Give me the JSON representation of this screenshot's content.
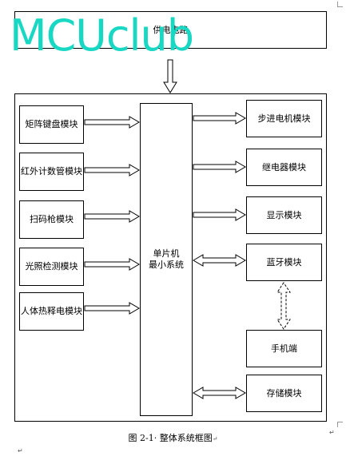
{
  "watermark": "MCUclub",
  "power": "供电电路",
  "mcu": {
    "line1": "单片机",
    "line2": "最小系统"
  },
  "left_modules": [
    "矩阵键盘模块",
    "红外计数管模块",
    "扫码枪模块",
    "光照检测模块",
    "人体热释电模块"
  ],
  "right_modules": [
    "步进电机模块",
    "继电器模块",
    "显示模块",
    "蓝牙模块"
  ],
  "phone": "手机端",
  "storage": "存储模块",
  "caption": "图 2-1· 整体系统框图",
  "para_mark": "↵"
}
